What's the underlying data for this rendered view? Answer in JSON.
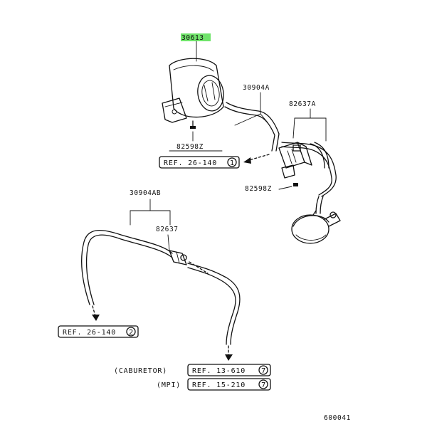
{
  "colors": {
    "highlight": "#6fe36a",
    "ink": "#111111",
    "background": "#ffffff"
  },
  "parts": {
    "canister": "30613",
    "hose_a": "30904A",
    "hose_ab": "30904AB",
    "valve_a": "82637A",
    "valve": "82637",
    "clip_upper": "82598Z",
    "clip_lower": "82598Z"
  },
  "refs": {
    "ref1": {
      "text": "REF. 26-140",
      "circle": "1"
    },
    "ref2": {
      "text": "REF. 26-140",
      "circle": "2"
    },
    "ref_carb": {
      "prefix": "(CABURETOR)",
      "text": "REF. 13-610",
      "circle": "7"
    },
    "ref_mpi": {
      "prefix": "(MPI)",
      "text": "REF. 15-210",
      "circle": "7"
    }
  },
  "drawing_number": "600041"
}
